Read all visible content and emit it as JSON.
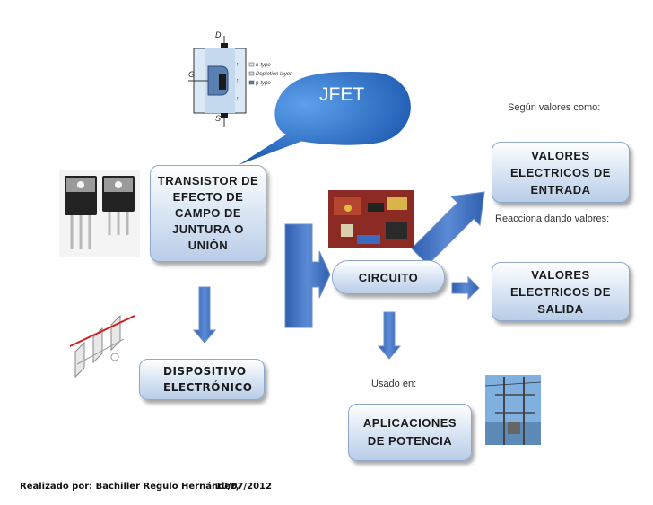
{
  "jfet_diagram": {
    "terminal_d": "D",
    "terminal_g": "G",
    "terminal_s": "S",
    "legend": [
      "n-type",
      "Depletion layer",
      "p-type"
    ]
  },
  "callout": {
    "label": "JFET"
  },
  "nodes": {
    "transistor": "TRANSISTOR DE EFECTO DE CAMPO DE JUNTURA O UNIÓN",
    "dispositivo": "DISPOSITIVO ELECTRÓNICO",
    "circuito": "CIRCUITO",
    "entrada": "VALORES ELECTRICOS DE ENTRADA",
    "salida": "VALORES ELECTRICOS DE SALIDA",
    "aplicaciones": "APLICACIONES DE POTENCIA"
  },
  "notes": {
    "segun": "Según valores como:",
    "reacciona": "Reacciona dando valores:",
    "usado": "Usado en:"
  },
  "footer": {
    "author": "Realizado por: Bachiller Regulo Hernández,",
    "date": "10/07/2012"
  },
  "colors": {
    "arrow": "#4472c4",
    "callout": "#1f5fb0",
    "box_border": "#8ea8cc"
  }
}
